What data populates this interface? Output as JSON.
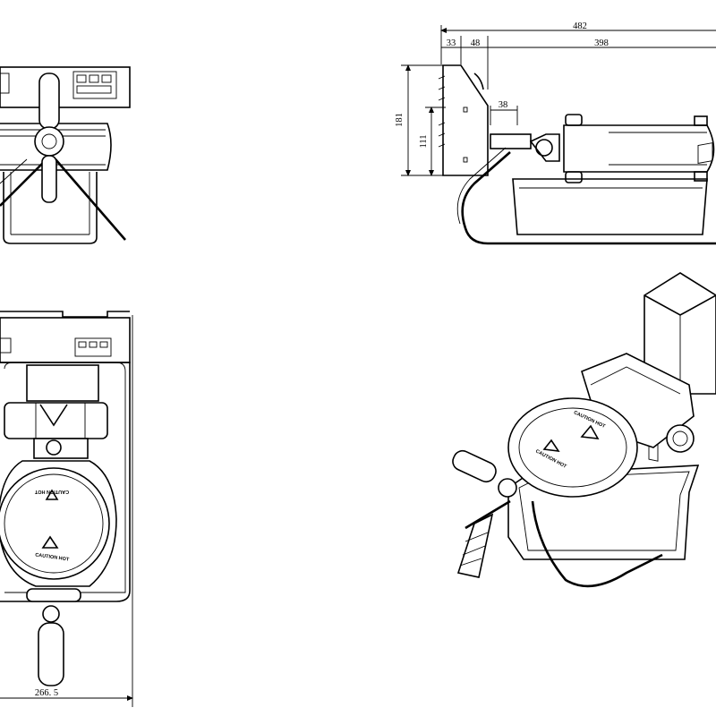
{
  "dimensions": {
    "overall_length": "482",
    "rear_offset": "33",
    "body_depth": "48",
    "plate_length": "398",
    "height_total": "181",
    "height_body": "111",
    "hinge_offset": "38",
    "front_width": "266. 5"
  },
  "plate_warnings": {
    "front_top": "CAUTION HOT",
    "front_bottom": "CAUTION HOT",
    "iso_front": "CAUTION HOT",
    "iso_rear": "CAUTION HOT"
  },
  "views": [
    "front-view",
    "side-view",
    "top-view",
    "isometric-view"
  ],
  "colors": {
    "line": "#000000",
    "paper": "#ffffff"
  }
}
